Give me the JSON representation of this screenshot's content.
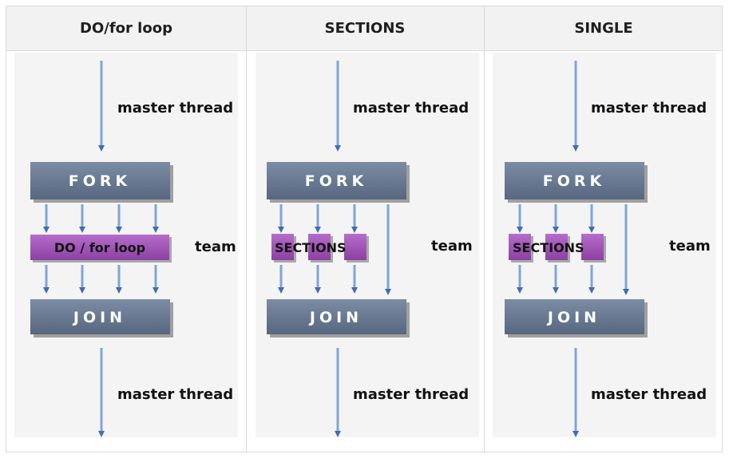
{
  "columns": [
    {
      "header": "DO/for loop",
      "master_top": "master thread",
      "fork": "FORK",
      "work": [
        "DO / for loop"
      ],
      "team": "team",
      "join": "JOIN",
      "master_bottom": "master thread"
    },
    {
      "header": "SECTIONS",
      "master_top": "master thread",
      "fork": "FORK",
      "work": [
        "SECTIONS"
      ],
      "team": "team",
      "join": "JOIN",
      "master_bottom": "master thread"
    },
    {
      "header": "SINGLE",
      "master_top": "master thread",
      "fork": "FORK",
      "work": [
        "SECTIONS"
      ],
      "team": "team",
      "join": "JOIN",
      "master_bottom": "master thread"
    }
  ],
  "colors": {
    "fork_join_box": "#667891",
    "work_box": "#a157b5",
    "arrow": "#7fa6d6",
    "panel": "#f4f4f4"
  }
}
